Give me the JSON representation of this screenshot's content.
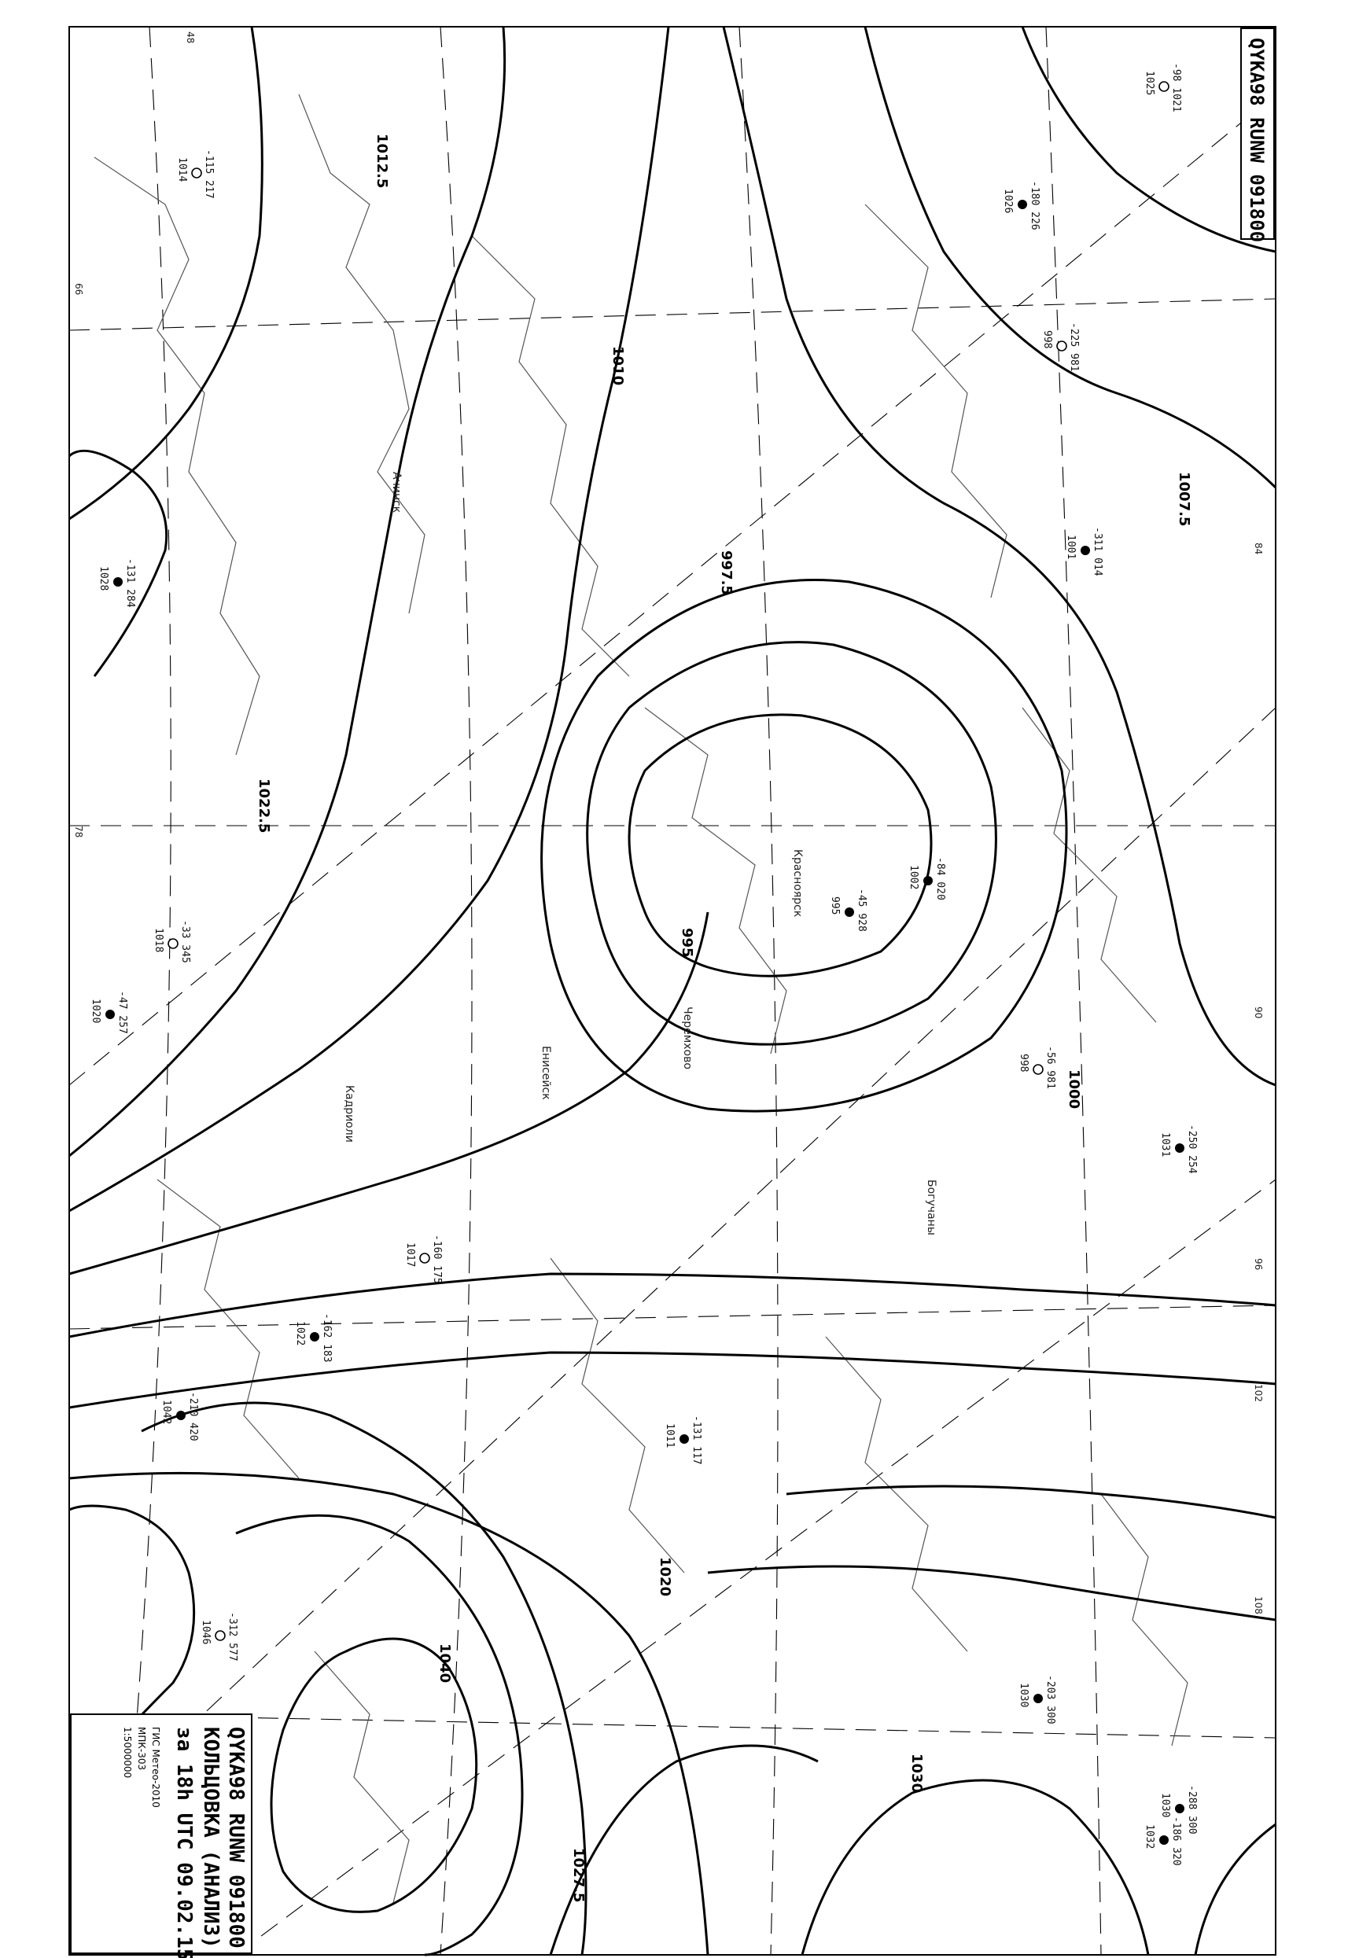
{
  "map": {
    "header_code": "QYKA98 RUNW 091800",
    "footer": {
      "code": "QYKA98 RUNW 091800",
      "title": "КОЛЬЦОВКА (АНАЛИЗ)",
      "time": "за 18h UTC 09.02.15",
      "org": "ГИС Метео-2010",
      "centre": "МПК-303",
      "scale": "1:5000000"
    },
    "isobar_labels": [
      "1040",
      "1030",
      "1020",
      "1010",
      "1000",
      "1012.5",
      "1022.5",
      "1027.5",
      "1007.5",
      "997.5",
      "995"
    ],
    "grid_labels": [
      "48",
      "66",
      "78",
      "84",
      "90",
      "96",
      "102",
      "108"
    ],
    "place_labels": [
      "Кадриоли",
      "Богучаны",
      "Енисейск",
      "Красноярск",
      "Ачинск",
      "Черемхово"
    ],
    "stations": [
      {
        "p": "-98",
        "t": "1021",
        "d": "1025"
      },
      {
        "p": "-180",
        "t": "226",
        "d": "1026"
      },
      {
        "p": "-250",
        "t": "254",
        "d": "1031"
      },
      {
        "p": "-33",
        "t": "345",
        "d": "1018"
      },
      {
        "p": "-47",
        "t": "257",
        "d": "1020"
      },
      {
        "p": "-131",
        "t": "284",
        "d": "1028"
      },
      {
        "p": "-115",
        "t": "217",
        "d": "1014"
      },
      {
        "p": "-162",
        "t": "183",
        "d": "1022"
      },
      {
        "p": "-45",
        "t": "928",
        "d": "995"
      },
      {
        "p": "-56",
        "t": "981",
        "d": "998"
      },
      {
        "p": "-84",
        "t": "020",
        "d": "1002"
      },
      {
        "p": "-311",
        "t": "014",
        "d": "1001"
      },
      {
        "p": "-225",
        "t": "981",
        "d": "998"
      },
      {
        "p": "-288",
        "t": "300",
        "d": "1030"
      },
      {
        "p": "-210",
        "t": "420",
        "d": "1042"
      },
      {
        "p": "-312",
        "t": "577",
        "d": "1046"
      },
      {
        "p": "-186",
        "t": "320",
        "d": "1032"
      },
      {
        "p": "-203",
        "t": "300",
        "d": "1030"
      },
      {
        "p": "-160",
        "t": "175",
        "d": "1017"
      },
      {
        "p": "-131",
        "t": "117",
        "d": "1011"
      }
    ]
  }
}
